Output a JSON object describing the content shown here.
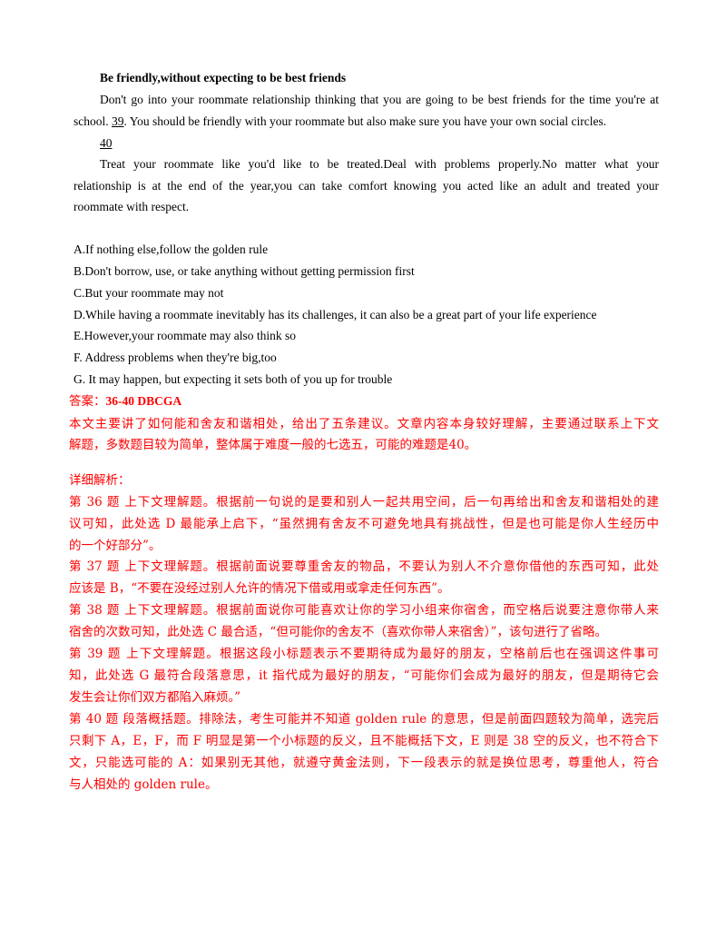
{
  "passage": {
    "heading": "Be friendly,without expecting to be best friends",
    "p1_line1": "Don't go into your roommate relationship thinking that you are going to be best friends for  the time you're at",
    "p1_line2_a": "school.  ",
    "blank39": "39",
    "p1_line2_b": ".  You should be friendly with your roommate but  also make sure you have your own social circles.",
    "blank40": "40",
    "p2_line1": "Treat your roommate like you'd like to be treated.Deal with problems properly.No matter  what your",
    "p2_line2": "relationship is at the end of the year,you can take comfort knowing you acted like an  adult and treated your",
    "p2_line3": "roommate with respect."
  },
  "options": [
    "A.If nothing else,follow the golden rule",
    "B.Don't borrow, use, or take anything without getting permission first",
    "C.But your roommate may not",
    "D.While having a roommate inevitably has its challenges, it can also be a great part of your  life experience",
    "E.However,your roommate may also think so",
    "F. Address problems when they're big,too",
    "G. It may happen, but expecting it sets both of you up for trouble"
  ],
  "answer": {
    "label": "答案：",
    "value": "36-40 DBCGA"
  },
  "summary": {
    "line1": "本文主要讲了如何能和舍友和谐相处，给出了五条建议。文章内容本身较好理解，主要通过联系上下文",
    "line2": "解题，多数题目较为简单，整体属于难度一般的七选五，可能的难题是40。"
  },
  "analysis": {
    "heading": "详细解析：",
    "q36": [
      "第 36 题  上下文理解题。根据前一句说的是要和别人一起共用空间，后一句再给出和舍友和谐相处的建",
      "议可知，此处选 D 最能承上启下，“虽然拥有舍友不可避免地具有挑战性，但是也可能是你人生经历中",
      "的一个好部分”。"
    ],
    "q37": [
      "第 37 题  上下文理解题。根据前面说要尊重舍友的物品，不要认为别人不介意你借他的东西可知，此处",
      "应该是 B，“不要在没经过别人允许的情况下借或用或拿走任何东西”。"
    ],
    "q38": [
      "第 38 题  上下文理解题。根据前面说你可能喜欢让你的学习小组来你宿舍，而空格后说要注意你带人来",
      "宿舍的次数可知，此处选 C 最合适，“但可能你的舍友不（喜欢你带人来宿舍）”，该句进行了省略。"
    ],
    "q39": [
      "第 39 题  上下文理解题。根据这段小标题表示不要期待成为最好的朋友，空格前后也在强调这件事可",
      "知，此处选 G 最符合段落意思，it 指代成为最好的朋友，“可能你们会成为最好的朋友，但是期待它会",
      "发生会让你们双方都陷入麻烦。”"
    ],
    "q40": [
      "第 40 题  段落概括题。排除法，考生可能并不知道 golden rule 的意思，但是前面四题较为简单，选完后",
      "只剩下 A，E，F，而 F 明显是第一个小标题的反义，且不能概括下文，E 则是 38 空的反义，也不符合下",
      "文，只能选可能的 A：如果别无其他，就遵守黄金法则，下一段表示的就是换位思考，尊重他人，符合",
      "与人相处的 golden rule。"
    ]
  },
  "colors": {
    "answer_red": "#ff0000",
    "text": "#000000"
  }
}
